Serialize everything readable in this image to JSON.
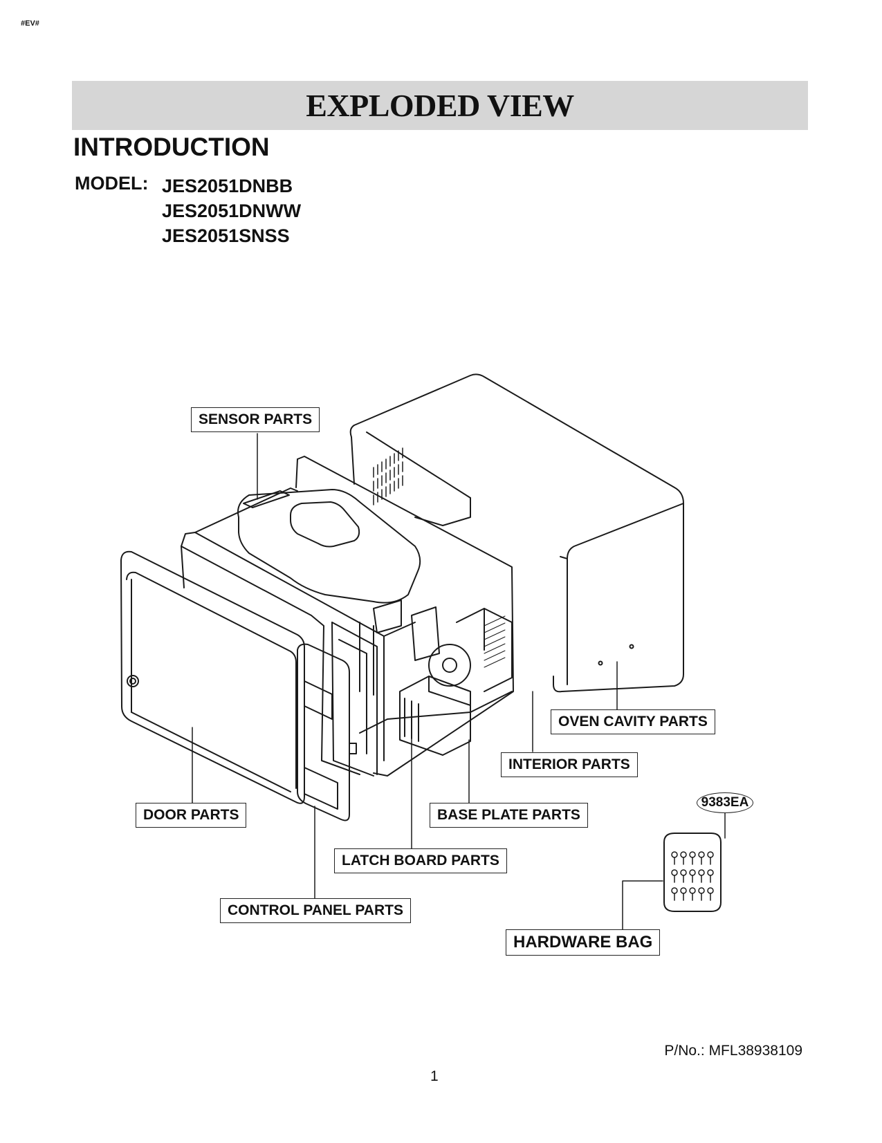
{
  "corner_tag": "#EV#",
  "title": "EXPLODED VIEW",
  "section": "INTRODUCTION",
  "model_label": "MODEL:",
  "models": [
    "JES2051DNBB",
    "JES2051DNWW",
    "JES2051SNSS"
  ],
  "callouts": {
    "sensor": "SENSOR PARTS",
    "oven_cavity": "OVEN CAVITY PARTS",
    "interior": "INTERIOR PARTS",
    "door": "DOOR PARTS",
    "base_plate": "BASE PLATE PARTS",
    "latch_board": "LATCH BOARD PARTS",
    "control_panel": "CONTROL PANEL PARTS",
    "hardware_bag": "HARDWARE BAG"
  },
  "hardware_ref": "9383EA",
  "part_number": "P/No.: MFL38938109",
  "page_number": "1"
}
